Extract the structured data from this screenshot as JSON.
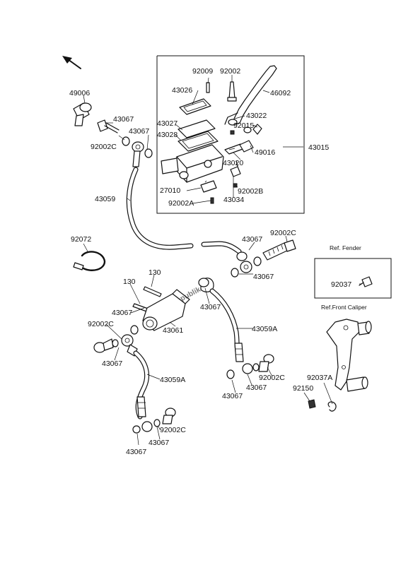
{
  "watermark": "PartsRepublik",
  "labels": {
    "p49006": "49006",
    "p43067_a": "43067",
    "p43067_b": "43067",
    "p92002c_a": "92002C",
    "p92009": "92009",
    "p92002": "92002",
    "p43026": "43026",
    "p46092": "46092",
    "p43027": "43027",
    "p43028": "43028",
    "p43022": "43022",
    "p92015": "92015",
    "p49016": "49016",
    "p43015": "43015",
    "p43020": "43020",
    "p27010": "27010",
    "p92002b": "92002B",
    "p92002a": "92002A",
    "p43034": "43034",
    "p43059": "43059",
    "p92072": "92072",
    "p43067_c": "43067",
    "p92002c_b": "92002C",
    "p43067_d": "43067",
    "p130_a": "130",
    "p130_b": "130",
    "p43067_e": "43067",
    "p43067_f": "43067",
    "p43061": "43061",
    "p92002c_c": "92002C",
    "p43067_g": "43067",
    "p43059a_a": "43059A",
    "p43059a_b": "43059A",
    "p92002c_d": "92002C",
    "p43067_h": "43067",
    "p43067_i": "43067",
    "p92002c_e": "92002C",
    "p43067_j": "43067",
    "p43067_k": "43067",
    "p92037": "92037",
    "p92037a": "92037A",
    "p92150": "92150",
    "ref_fender": "Ref. Fender",
    "ref_caliper": "Ref.Front Caliper"
  }
}
